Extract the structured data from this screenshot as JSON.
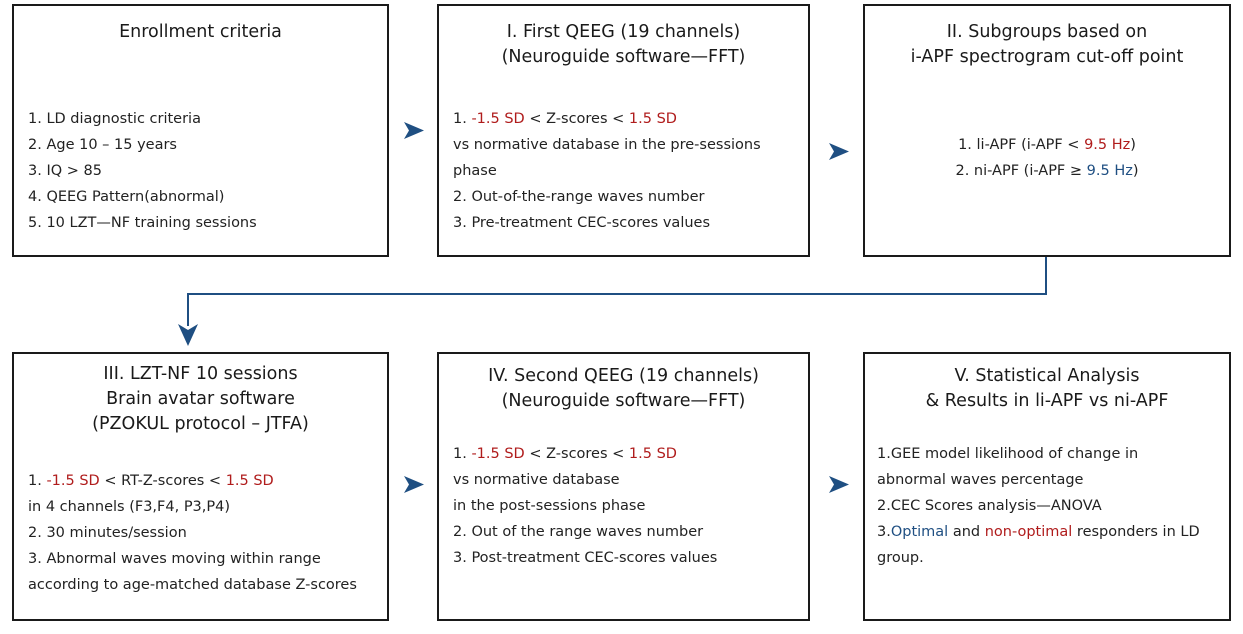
{
  "boxes": {
    "enrollment": {
      "title": "Enrollment criteria",
      "items": [
        "1. LD diagnostic criteria",
        "2. Age 10 – 15 years",
        "3. IQ > 85",
        "4. QEEG Pattern(abnormal)",
        "5. 10 LZT—NF training sessions"
      ]
    },
    "first_qeeg": {
      "title_1": "I. First QEEG (19 channels)",
      "title_2": "(Neuroguide software—FFT)",
      "item1": {
        "num": "1. ",
        "low": "-1.5 SD",
        "mid": " < Z-scores < ",
        "high": "1.5 SD"
      },
      "lines": [
        "vs normative database in the pre-sessions",
        "phase",
        "2. Out-of-the-range waves number",
        "3. Pre-treatment CEC-scores values"
      ]
    },
    "subgroups": {
      "title_1": "II. Subgroups based on",
      "title_2": "i-APF spectrogram  cut-off point",
      "item1": {
        "text": "1. li-APF (i-APF < ",
        "value": "9.5 Hz",
        "close": ")"
      },
      "item2": {
        "text": "2. ni-APF (i-APF ≥ ",
        "value": "9.5 Hz",
        "close": ")"
      }
    },
    "lzt_nf": {
      "title_1": "III. LZT-NF 10 sessions",
      "title_2": "Brain avatar software",
      "title_3": "(PZOKUL protocol – JTFA)",
      "item1": {
        "num": "1. ",
        "low": "-1.5 SD",
        "mid": " < RT-Z-scores < ",
        "high": "1.5 SD"
      },
      "lines": [
        " in 4 channels  (F3,F4, P3,P4)",
        "2. 30 minutes/session",
        "3. Abnormal waves moving within range",
        "according to age-matched database Z-scores"
      ]
    },
    "second_qeeg": {
      "title_1": "IV. Second QEEG (19 channels)",
      "title_2": "(Neuroguide software—FFT)",
      "item1": {
        "num": "1.  ",
        "low": "-1.5 SD",
        "mid": " < Z-scores < ",
        "high": "1.5 SD"
      },
      "lines": [
        "vs normative database",
        "in the post-sessions phase",
        "2. Out of the range waves number",
        "3. Post-treatment CEC-scores values"
      ]
    },
    "statistical": {
      "title_1": "V. Statistical Analysis",
      "title_2": "& Results in li-APF vs ni-APF",
      "lines": [
        "1.GEE model  likelihood of change in",
        "abnormal waves percentage",
        "2.CEC  Scores analysis—ANOVA"
      ],
      "item3": {
        "num": "3.",
        "optimal": "Optimal",
        "and": " and ",
        "non_optimal": "non-optimal",
        "rest": " responders in LD"
      },
      "last": "group."
    }
  },
  "colors": {
    "low_bound": "#b01c1c",
    "high_value": "#1f4f82",
    "arrow": "#1f4f82",
    "border": "#1a1a1a"
  },
  "icons": {
    "flow_arrow": "arrowhead-right-icon",
    "connector": "elbow-connector-down-icon"
  }
}
